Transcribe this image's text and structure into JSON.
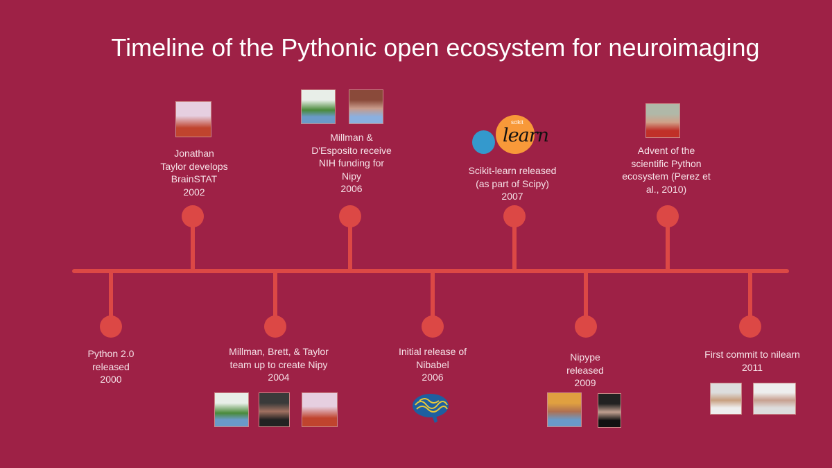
{
  "title": "Timeline of the Pythonic open ecosystem for neuroimaging",
  "colors": {
    "background": "#9e2146",
    "line": "#dc4845"
  },
  "events": [
    {
      "text": "Python 2.0\nreleased\n2000"
    },
    {
      "text": "Jonathan\nTaylor develops\nBrainSTAT\n2002"
    },
    {
      "text": "Millman, Brett,  & Taylor\nteam up to create Nipy\n2004"
    },
    {
      "text": "Millman &\nD'Esposito receive\nNIH funding for\nNipy\n2006"
    },
    {
      "text": "Initial release of\nNibabel\n2006"
    },
    {
      "text": "Scikit-learn released\n(as part of Scipy)\n2007"
    },
    {
      "text": "Nipype\nreleased\n2009"
    },
    {
      "text": "Advent of the\nscientific Python\necosystem (Perez et\nal., 2010)"
    },
    {
      "text": "First commit to nilearn\n2011"
    }
  ],
  "logo": {
    "small": "scikit",
    "big": "learn"
  }
}
